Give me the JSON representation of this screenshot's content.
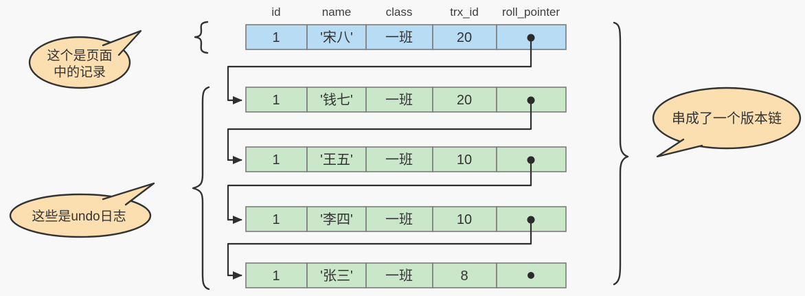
{
  "colors": {
    "background": "#F8F8F8",
    "page_row_fill": "#B8DCF4",
    "undo_row_fill": "#CBE7CA",
    "row_border": "#7B7B7B",
    "line": "#2F2F2F",
    "callout_fill": "#FBDFB0",
    "callout_border": "#333333",
    "text": "#333333"
  },
  "header": {
    "columns": [
      "id",
      "name",
      "class",
      "trx_id",
      "roll_pointer"
    ]
  },
  "rows": [
    {
      "id": "1",
      "name": "'宋八'",
      "class": "一班",
      "trx_id": "20",
      "kind": "page-record"
    },
    {
      "id": "1",
      "name": "'钱七'",
      "class": "一班",
      "trx_id": "20",
      "kind": "undo-log"
    },
    {
      "id": "1",
      "name": "'王五'",
      "class": "一班",
      "trx_id": "10",
      "kind": "undo-log"
    },
    {
      "id": "1",
      "name": "'李四'",
      "class": "一班",
      "trx_id": "10",
      "kind": "undo-log"
    },
    {
      "id": "1",
      "name": "'张三'",
      "class": "一班",
      "trx_id": "8",
      "kind": "undo-log"
    }
  ],
  "callouts": {
    "page_record": {
      "line1": "这个是页面",
      "line2": "中的记录"
    },
    "undo_logs": {
      "text": "这些是undo日志"
    },
    "version_chain": {
      "text": "串成了一个版本链"
    }
  }
}
